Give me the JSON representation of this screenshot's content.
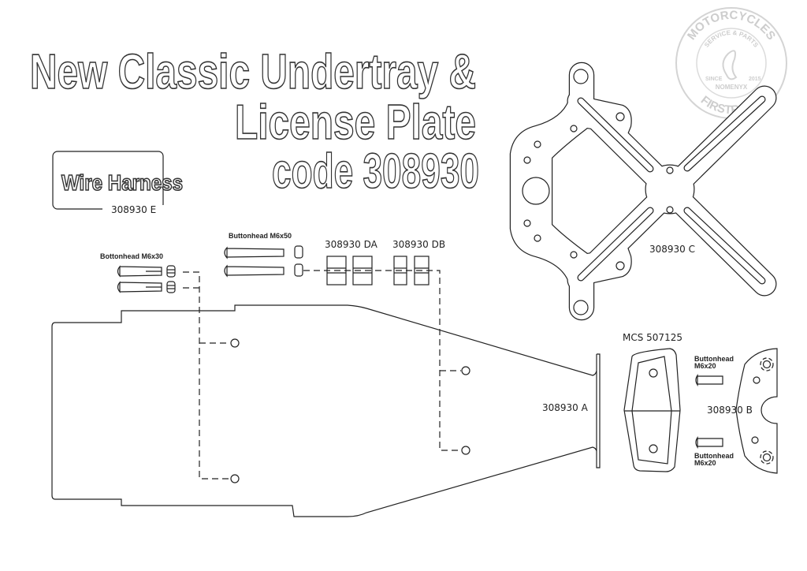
{
  "title": {
    "line1": "New Classic Undertray &",
    "line2": "License Plate",
    "line3": "code 308930"
  },
  "wire_harness": {
    "label": "Wire Harness",
    "code": "308930 E"
  },
  "parts": {
    "bolt_m6x30": "Bottonhead M6x30",
    "bolt_m6x50": "Buttonhead M6x50",
    "spacer_da": "308930 DA",
    "spacer_db": "308930 DB",
    "undertray": "308930 A",
    "plate_c": "308930 C",
    "rubber": "MCS 507125",
    "plate_b": "308930 B",
    "bolt_m6x20_top": {
      "line1": "Buttonhead",
      "line2": "M6x20"
    },
    "bolt_m6x20_bottom": {
      "line1": "Buttonhead",
      "line2": "M6x20"
    }
  },
  "watermark": {
    "top": "MOTORCYCLES",
    "middle": "SERVICE & PARTS",
    "since": "SINCE",
    "year": "2015",
    "lower": "NOMENYX",
    "bottom": "FIRSTRACK"
  }
}
